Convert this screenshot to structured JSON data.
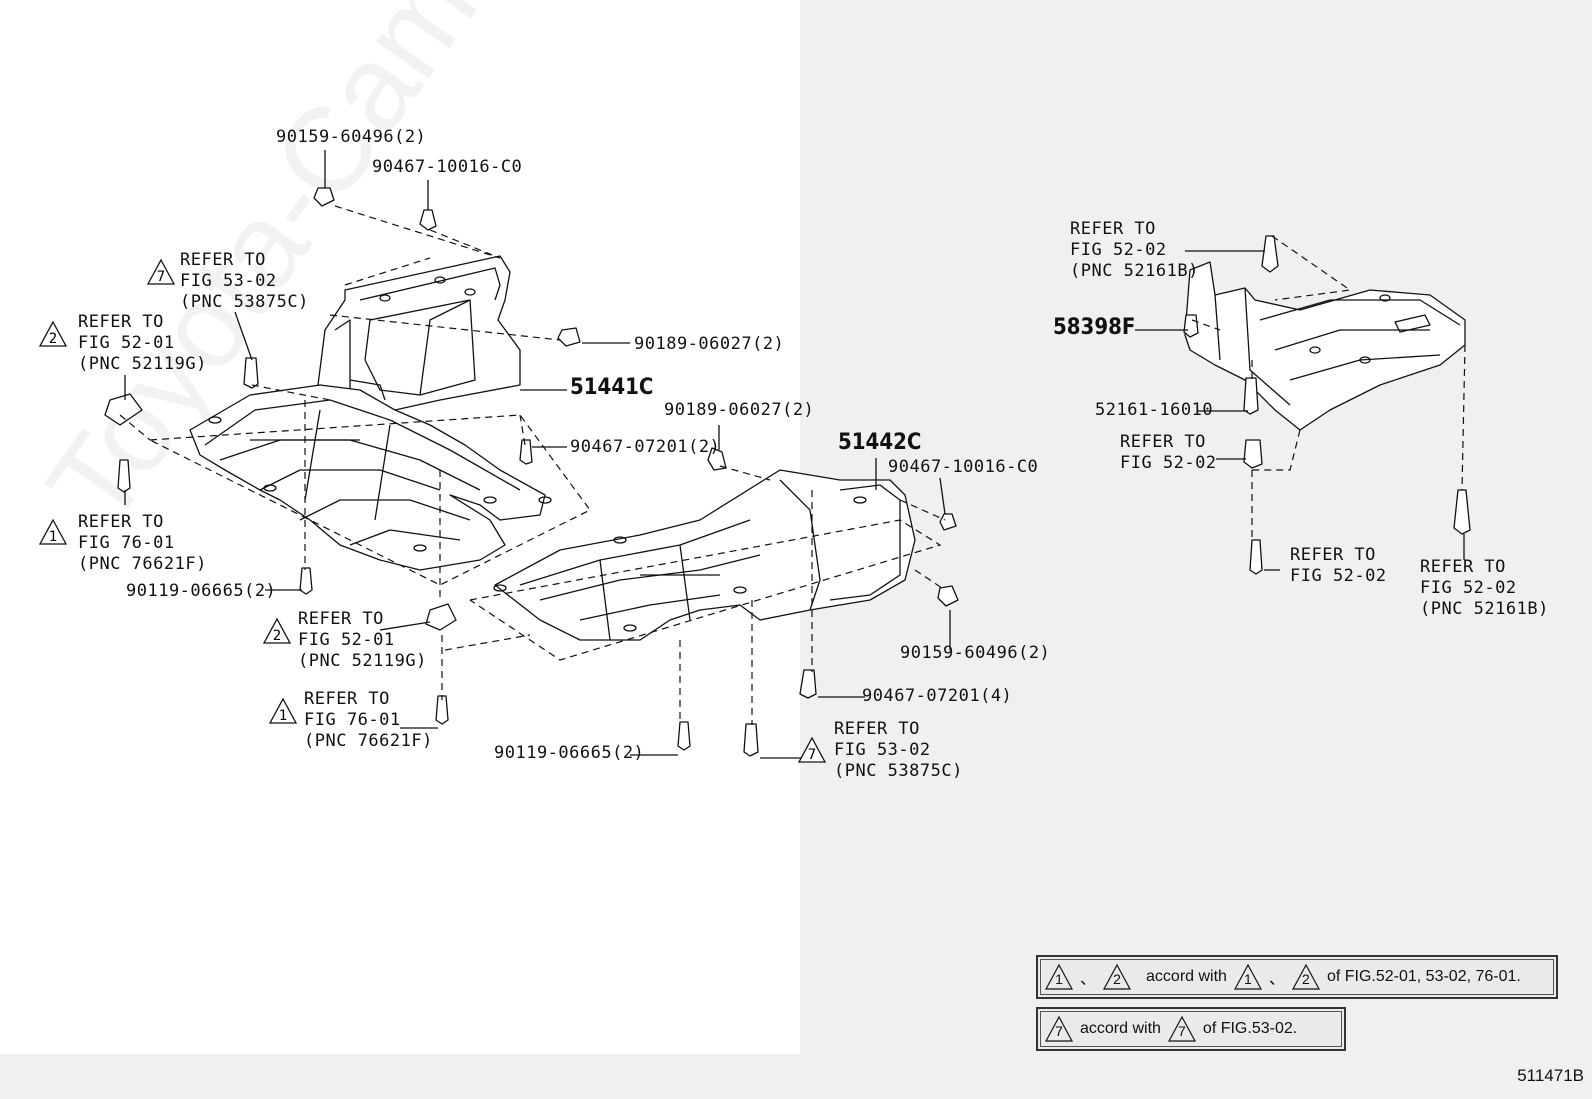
{
  "watermark": "Toyota-Camry.ru",
  "figure_number": "511471B",
  "parts": {
    "p51441c": "51441C",
    "p51442c": "51442C",
    "p58398f": "58398F",
    "bolt_90159_a": "90159-60496(2)",
    "bolt_90159_b": "90159-60496(2)",
    "clip_90467_10016_a": "90467-10016-C0",
    "clip_90467_10016_b": "90467-10016-C0",
    "nut_90189_a": "90189-06027(2)",
    "nut_90189_b": "90189-06027(2)",
    "clip_90467_07201_a": "90467-07201(2)",
    "clip_90467_07201_b": "90467-07201(4)",
    "bolt_90119_a": "90119-06665(2)",
    "bolt_90119_b": "90119-06665(2)",
    "clip_52161": "52161-16010"
  },
  "refs": {
    "r7_top": [
      "REFER TO",
      "FIG 53-02",
      "(PNC 53875C)"
    ],
    "r2_left": [
      "REFER TO",
      "FIG 52-01",
      "(PNC 52119G)"
    ],
    "r1_left": [
      "REFER TO",
      "FIG 76-01",
      "(PNC 76621F)"
    ],
    "r2_mid": [
      "REFER TO",
      "FIG 52-01",
      "(PNC 52119G)"
    ],
    "r1_mid": [
      "REFER TO",
      "FIG 76-01",
      "(PNC 76621F)"
    ],
    "r7_bottom": [
      "REFER TO",
      "FIG 53-02",
      "(PNC 53875C)"
    ],
    "r52_top": [
      "REFER TO",
      "FIG 52-02",
      "(PNC 52161B)"
    ],
    "r52_mid": [
      "REFER TO",
      "FIG 52-02"
    ],
    "r52_low": [
      "REFER TO",
      "FIG 52-02"
    ],
    "r52_right": [
      "REFER TO",
      "FIG 52-02",
      "(PNC 52161B)"
    ]
  },
  "triangles": {
    "t1": "1",
    "t2": "2",
    "t7": "7"
  },
  "legend": {
    "sep": "、",
    "accord_with": "accord with",
    "line1_suffix": "of FIG.52-01, 53-02, 76-01.",
    "line2_suffix": "of FIG.53-02."
  }
}
